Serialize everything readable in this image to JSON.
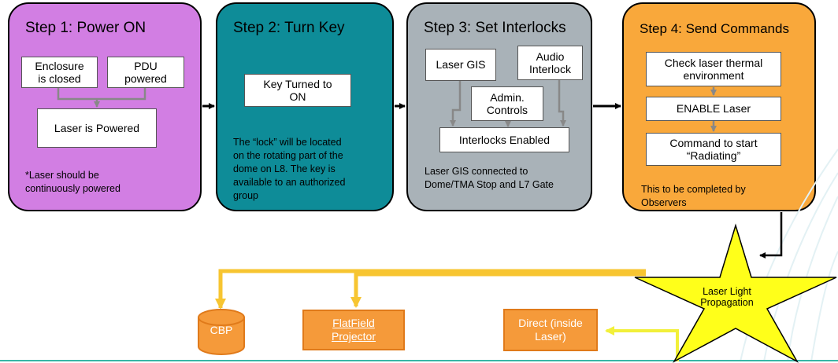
{
  "steps": [
    {
      "title": "Step 1: Power ON",
      "boxes": [
        "Enclosure\nis closed",
        "PDU\npowered",
        "Laser is Powered"
      ],
      "note": "*Laser should be\ncontinuously powered"
    },
    {
      "title": "Step 2: Turn Key",
      "boxes": [
        "Key Turned to\nON"
      ],
      "note": "The “lock” will be located\non the rotating part of the\ndome on L8. The key is\navailable to an authorized\ngroup"
    },
    {
      "title": "Step 3: Set Interlocks",
      "boxes": [
        "Laser GIS",
        "Audio\nInterlock",
        "Admin.\nControls",
        "Interlocks Enabled"
      ],
      "note": "Laser GIS connected to\nDome/TMA Stop and L7 Gate"
    },
    {
      "title": "Step 4: Send Commands",
      "boxes": [
        "Check laser thermal\nenvironment",
        "ENABLE Laser",
        "Command to start\n“Radiating”"
      ],
      "note": "This to be completed by\nObservers"
    }
  ],
  "propagation": {
    "star_label": "Laser Light\nPropagation",
    "targets": [
      "CBP",
      "FlatField\nProjector",
      "Direct (inside\nLaser)"
    ]
  },
  "colors": {
    "step1": "#d27ee3",
    "step2": "#0e8c98",
    "step3": "#a9b2b8",
    "step4": "#f9a83b",
    "target": "#f59a3a",
    "beam": "#f7c531",
    "star": "#ffff1a"
  }
}
